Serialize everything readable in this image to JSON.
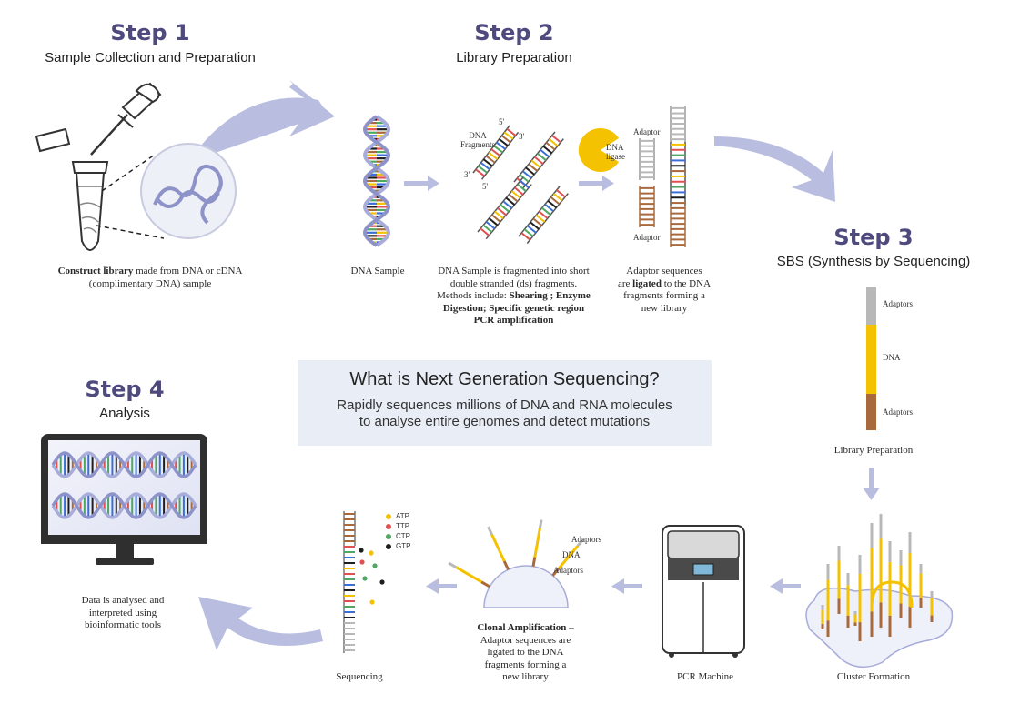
{
  "colors": {
    "accent": "#4e4a7e",
    "arrow": "#b9bee0",
    "strand": "#a8acd8",
    "yellow": "#f4c200",
    "brown": "#a86a3c",
    "gray": "#b8b8b8",
    "boxbg": "#e9eef6",
    "red": "#e05050",
    "green": "#4fa862",
    "blue": "#3a6fd8",
    "black": "#1e1e1e"
  },
  "center": {
    "title": "What is Next Generation Sequencing?",
    "line1": "Rapidly sequences millions of DNA and RNA molecules",
    "line2": "to analyse entire genomes and detect mutations"
  },
  "step1": {
    "title": "Step 1",
    "subtitle": "Sample Collection and Preparation",
    "caption_bold": "Construct library",
    "caption_rest": " made from DNA or cDNA",
    "caption_line2": "(complimentary DNA) sample"
  },
  "step2": {
    "title": "Step 2",
    "subtitle": "Library Preparation",
    "dna_sample": "DNA Sample",
    "frag_label1": "DNA",
    "frag_label2": "Fragments",
    "prime5": "5'",
    "prime3": "3'",
    "ligase_label1": "DNA",
    "ligase_label2": "ligase",
    "adaptor_label": "Adaptor",
    "frag_caption": {
      "l1": "DNA Sample is fragmented into short",
      "l2": "double stranded (ds) fragments.",
      "l3a": "Methods include: ",
      "l3b": "Shearing ; Enzyme",
      "l4": "Digestion; Specific genetic region",
      "l5": "PCR amplification"
    },
    "adaptor_caption": {
      "l1": "Adaptor sequences",
      "l2a": "are ",
      "l2b": "ligated",
      "l2c": " to the DNA",
      "l3": "fragments forming a",
      "l4": "new library"
    }
  },
  "step3": {
    "title": "Step 3",
    "subtitle": "SBS (Synthesis by Sequencing)",
    "bar_labels": {
      "top": "Adaptors",
      "mid": "DNA",
      "bottom": "Adaptors"
    },
    "library_prep": "Library Preparation",
    "cluster": "Cluster Formation",
    "pcr": "PCR Machine",
    "clonal": {
      "bold": "Clonal Amplification",
      "rest": " –",
      "l2": "Adaptor sequences are",
      "l3": "ligated to the DNA",
      "l4": "fragments forming a",
      "l5": "new library"
    },
    "clonal_labels": {
      "adaptors1": "Adaptors",
      "dna": "DNA",
      "adaptors2": "Adaptors"
    },
    "sequencing": "Sequencing",
    "legend": [
      {
        "label": "ATP",
        "color": "#f4c200"
      },
      {
        "label": "TTP",
        "color": "#e05050"
      },
      {
        "label": "CTP",
        "color": "#4fa862"
      },
      {
        "label": "GTP",
        "color": "#1e1e1e"
      }
    ]
  },
  "step4": {
    "title": "Step 4",
    "subtitle": "Analysis",
    "caption": {
      "l1": "Data is analysed and",
      "l2": "interpreted using",
      "l3": "bioinformatic tools"
    }
  }
}
